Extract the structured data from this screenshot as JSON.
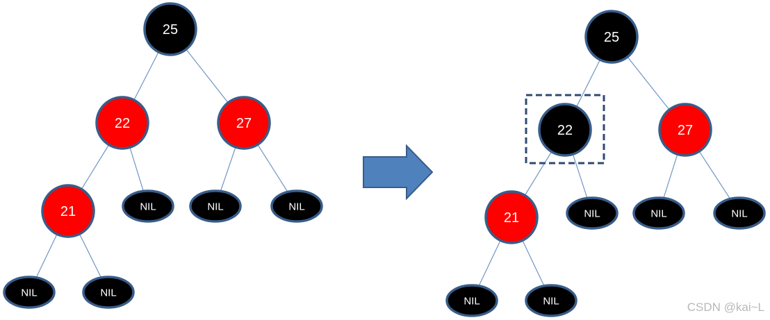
{
  "colors": {
    "red_node": "#ff0000",
    "black_node": "#000000",
    "node_border": "#385d8a",
    "edge": "#6f95c4",
    "arrow_fill": "#4f81bd",
    "highlight_border": "#2e4a70",
    "watermark": "#b8b8b8"
  },
  "trees": [
    {
      "id": "before",
      "nodes": [
        {
          "id": "n25",
          "label": "25",
          "color": "black",
          "kind": "key"
        },
        {
          "id": "n22",
          "label": "22",
          "color": "red",
          "kind": "key"
        },
        {
          "id": "n27",
          "label": "27",
          "color": "red",
          "kind": "key"
        },
        {
          "id": "n21",
          "label": "21",
          "color": "red",
          "kind": "key"
        },
        {
          "id": "nil22r",
          "label": "NIL",
          "color": "black",
          "kind": "nil"
        },
        {
          "id": "nil27l",
          "label": "NIL",
          "color": "black",
          "kind": "nil"
        },
        {
          "id": "nil27r",
          "label": "NIL",
          "color": "black",
          "kind": "nil"
        },
        {
          "id": "nil21l",
          "label": "NIL",
          "color": "black",
          "kind": "nil"
        },
        {
          "id": "nil21r",
          "label": "NIL",
          "color": "black",
          "kind": "nil"
        }
      ],
      "edges": [
        [
          "n25",
          "n22"
        ],
        [
          "n25",
          "n27"
        ],
        [
          "n22",
          "n21"
        ],
        [
          "n22",
          "nil22r"
        ],
        [
          "n27",
          "nil27l"
        ],
        [
          "n27",
          "nil27r"
        ],
        [
          "n21",
          "nil21l"
        ],
        [
          "n21",
          "nil21r"
        ]
      ]
    },
    {
      "id": "after",
      "highlighted_node": "n22",
      "nodes": [
        {
          "id": "n25",
          "label": "25",
          "color": "black",
          "kind": "key"
        },
        {
          "id": "n22",
          "label": "22",
          "color": "black",
          "kind": "key"
        },
        {
          "id": "n27",
          "label": "27",
          "color": "red",
          "kind": "key"
        },
        {
          "id": "n21",
          "label": "21",
          "color": "red",
          "kind": "key"
        },
        {
          "id": "nil22r",
          "label": "NIL",
          "color": "black",
          "kind": "nil"
        },
        {
          "id": "nil27l",
          "label": "NIL",
          "color": "black",
          "kind": "nil"
        },
        {
          "id": "nil27r",
          "label": "NIL",
          "color": "black",
          "kind": "nil"
        },
        {
          "id": "nil21l",
          "label": "NIL",
          "color": "black",
          "kind": "nil"
        },
        {
          "id": "nil21r",
          "label": "NIL",
          "color": "black",
          "kind": "nil"
        }
      ],
      "edges": [
        [
          "n25",
          "n22"
        ],
        [
          "n25",
          "n27"
        ],
        [
          "n22",
          "n21"
        ],
        [
          "n22",
          "nil22r"
        ],
        [
          "n27",
          "nil27l"
        ],
        [
          "n27",
          "nil27r"
        ],
        [
          "n21",
          "nil21l"
        ],
        [
          "n21",
          "nil21r"
        ]
      ]
    }
  ],
  "arrow": {
    "direction": "right"
  },
  "watermark": {
    "text": "CSDN @kai~L"
  }
}
